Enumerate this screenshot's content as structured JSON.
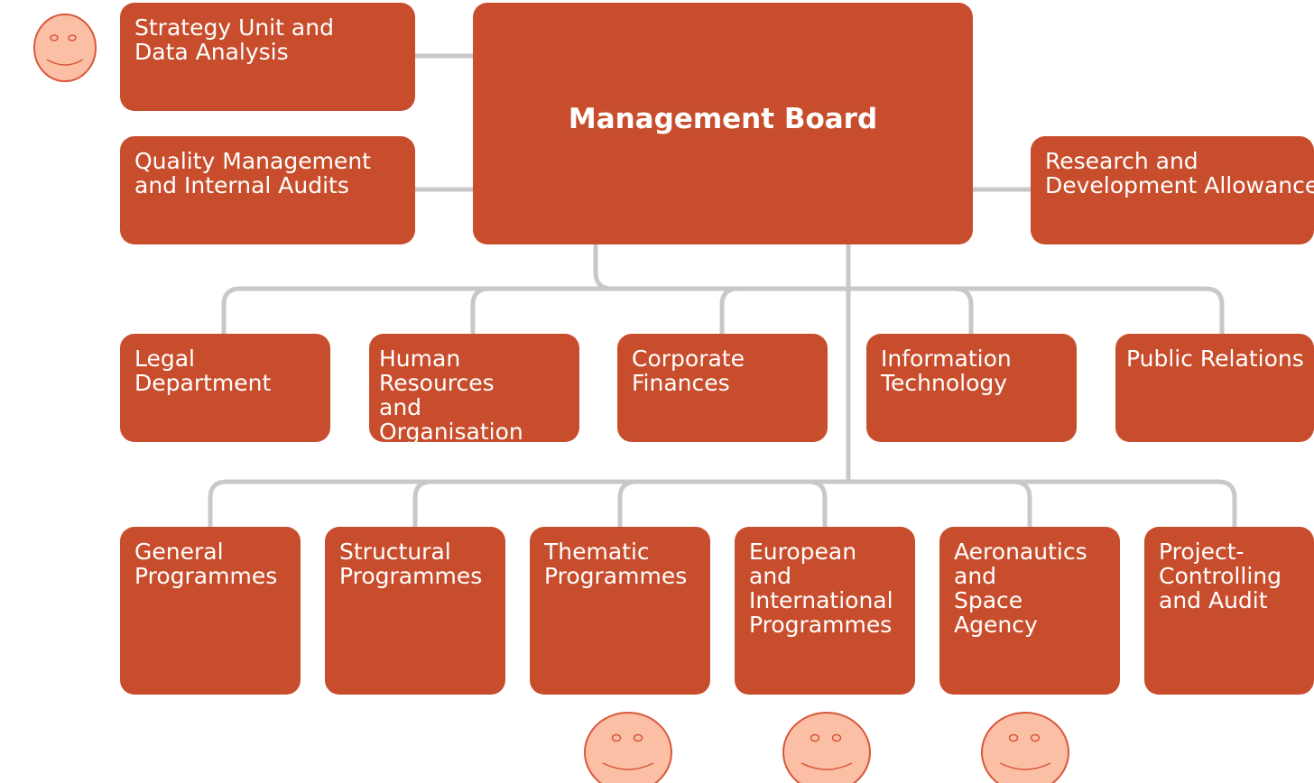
{
  "colors": {
    "box_fill": "#c84d2c",
    "box_text": "#ffffff",
    "connector": "#c8c8c8",
    "smiley_fill": "#fbbfa6",
    "smiley_stroke": "#d9583a"
  },
  "top_level": {
    "strategy": "Strategy Unit and\nData Analysis",
    "quality": "Quality Management\nand Internal Audits",
    "board": "Management Board",
    "research": "Research and\nDevelopment Allowance"
  },
  "departments": [
    "Legal\nDepartment",
    "Human Resources\nand Organisation",
    "Corporate\nFinances",
    "Information\nTechnology",
    "Public Relations"
  ],
  "programmes": [
    "General\nProgrammes",
    "Structural\nProgrammes",
    "Thematic\nProgrammes",
    "European and\nInternational\nProgrammes",
    "Aeronautics\nand\nSpace Agency",
    "Project-\nControlling\nand Audit"
  ],
  "smileys": [
    {
      "icon": "smiley-face-icon"
    },
    {
      "icon": "smiley-face-icon"
    },
    {
      "icon": "smiley-face-icon"
    },
    {
      "icon": "smiley-face-icon"
    }
  ]
}
